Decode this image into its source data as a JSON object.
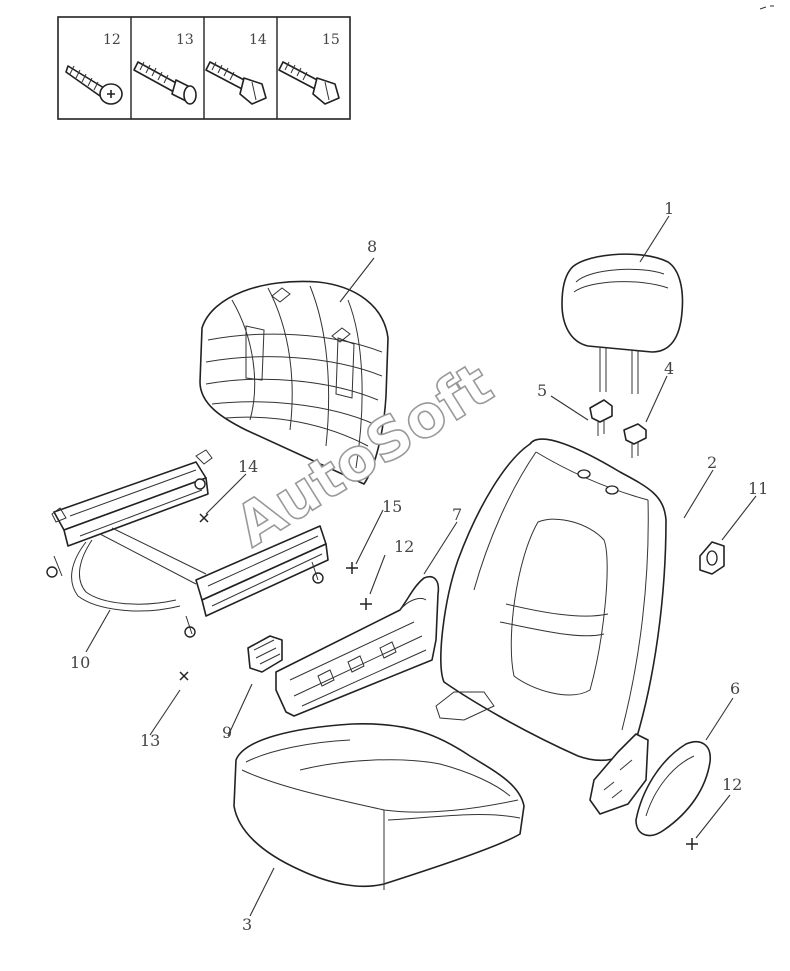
{
  "diagram": {
    "watermark": "AutoSoft",
    "fastener_panel": {
      "cells": [
        {
          "label": "12",
          "icon": "flat-head-screw"
        },
        {
          "label": "13",
          "icon": "flange-bolt"
        },
        {
          "label": "14",
          "icon": "hex-bolt"
        },
        {
          "label": "15",
          "icon": "hex-bolt"
        }
      ]
    },
    "callouts": [
      "1",
      "2",
      "3",
      "4",
      "5",
      "6",
      "7",
      "8",
      "9",
      "10",
      "11",
      "12",
      "12",
      "13",
      "14",
      "15"
    ],
    "parts": {
      "p1": "headrest",
      "p2": "seat-back-cushion",
      "p3": "seat-cushion",
      "p4": "headrest-guide",
      "p5": "headrest-guide-lock",
      "p6": "recliner-cover",
      "p7": "side-trim-panel",
      "p8": "seat-back-frame",
      "p9": "adjuster-knob",
      "p10": "seat-track-frame",
      "p11": "belt-guide"
    }
  }
}
